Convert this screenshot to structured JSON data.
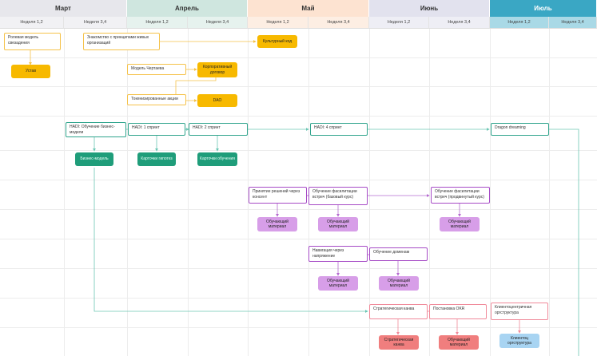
{
  "months": [
    {
      "label": "Март",
      "color": "#e7e7ec"
    },
    {
      "label": "Апрель",
      "color": "#cfe6df"
    },
    {
      "label": "Май",
      "color": "#fde3d1"
    },
    {
      "label": "Июнь",
      "color": "#e2e2ee"
    },
    {
      "label": "Июль",
      "color": "#3aa7c4"
    }
  ],
  "weeks": [
    "Неделя 1,2",
    "Неделя 3,4",
    "Неделя 1,2",
    "Неделя 3,4",
    "Неделя 1,2",
    "Неделя 3,4",
    "Неделя 1,2",
    "Неделя 3,4",
    "Неделя 1,2",
    "Неделя 3,4"
  ],
  "cards": {
    "role_model": "Ролевая модель свезадения",
    "intro_principles": "Знакомство с принципами живых организаций",
    "model_chertaeva": "Модель Чертаева",
    "tokenized_shares": "Токенизированные акции",
    "hadi_business": "HADI: Обучение бизнес-модели",
    "hadi_sprint1": "HADI: 1 спринт",
    "hadi_sprint2": "HADI: 2 спринт",
    "hadi_sprint4": "HADI: 4 спринт",
    "dragon_dreaming": "Dragon dreaming",
    "consent_decisions": "Принятие решений через консент",
    "facilitation_basic": "Обучение фасилитации встреч (базовый курс)",
    "facilitation_advanced": "Обучение фасилитации встреч (продвинутый курс)",
    "navigation_tension": "Навигация через напряжение",
    "domains_training": "Обучение доменам",
    "strategic_canvas": "Стратегическая канва",
    "okr_setting": "Постановка OKR",
    "client_structure": "Клиентоцентричная оргструктура"
  },
  "pills": {
    "charter": "Устав",
    "culture_code": "Культурный код",
    "corporate_agreement": "Корпоративный договор",
    "dao": "DAO",
    "business_model": "Бизнес-модель",
    "hypothesis_cards": "Карточки гипотез",
    "learning_cards": "Карточки обучения",
    "material_1": "Обучающий материал",
    "material_2": "Обучающий материал",
    "material_3": "Обучающий материал",
    "material_4": "Обучающий материал",
    "material_5": "Обучающий материал",
    "strategic_canvas": "Стратегическая канва",
    "material_6": "Обучающий материал",
    "client_structure": "Клиентоц оргструктура"
  }
}
